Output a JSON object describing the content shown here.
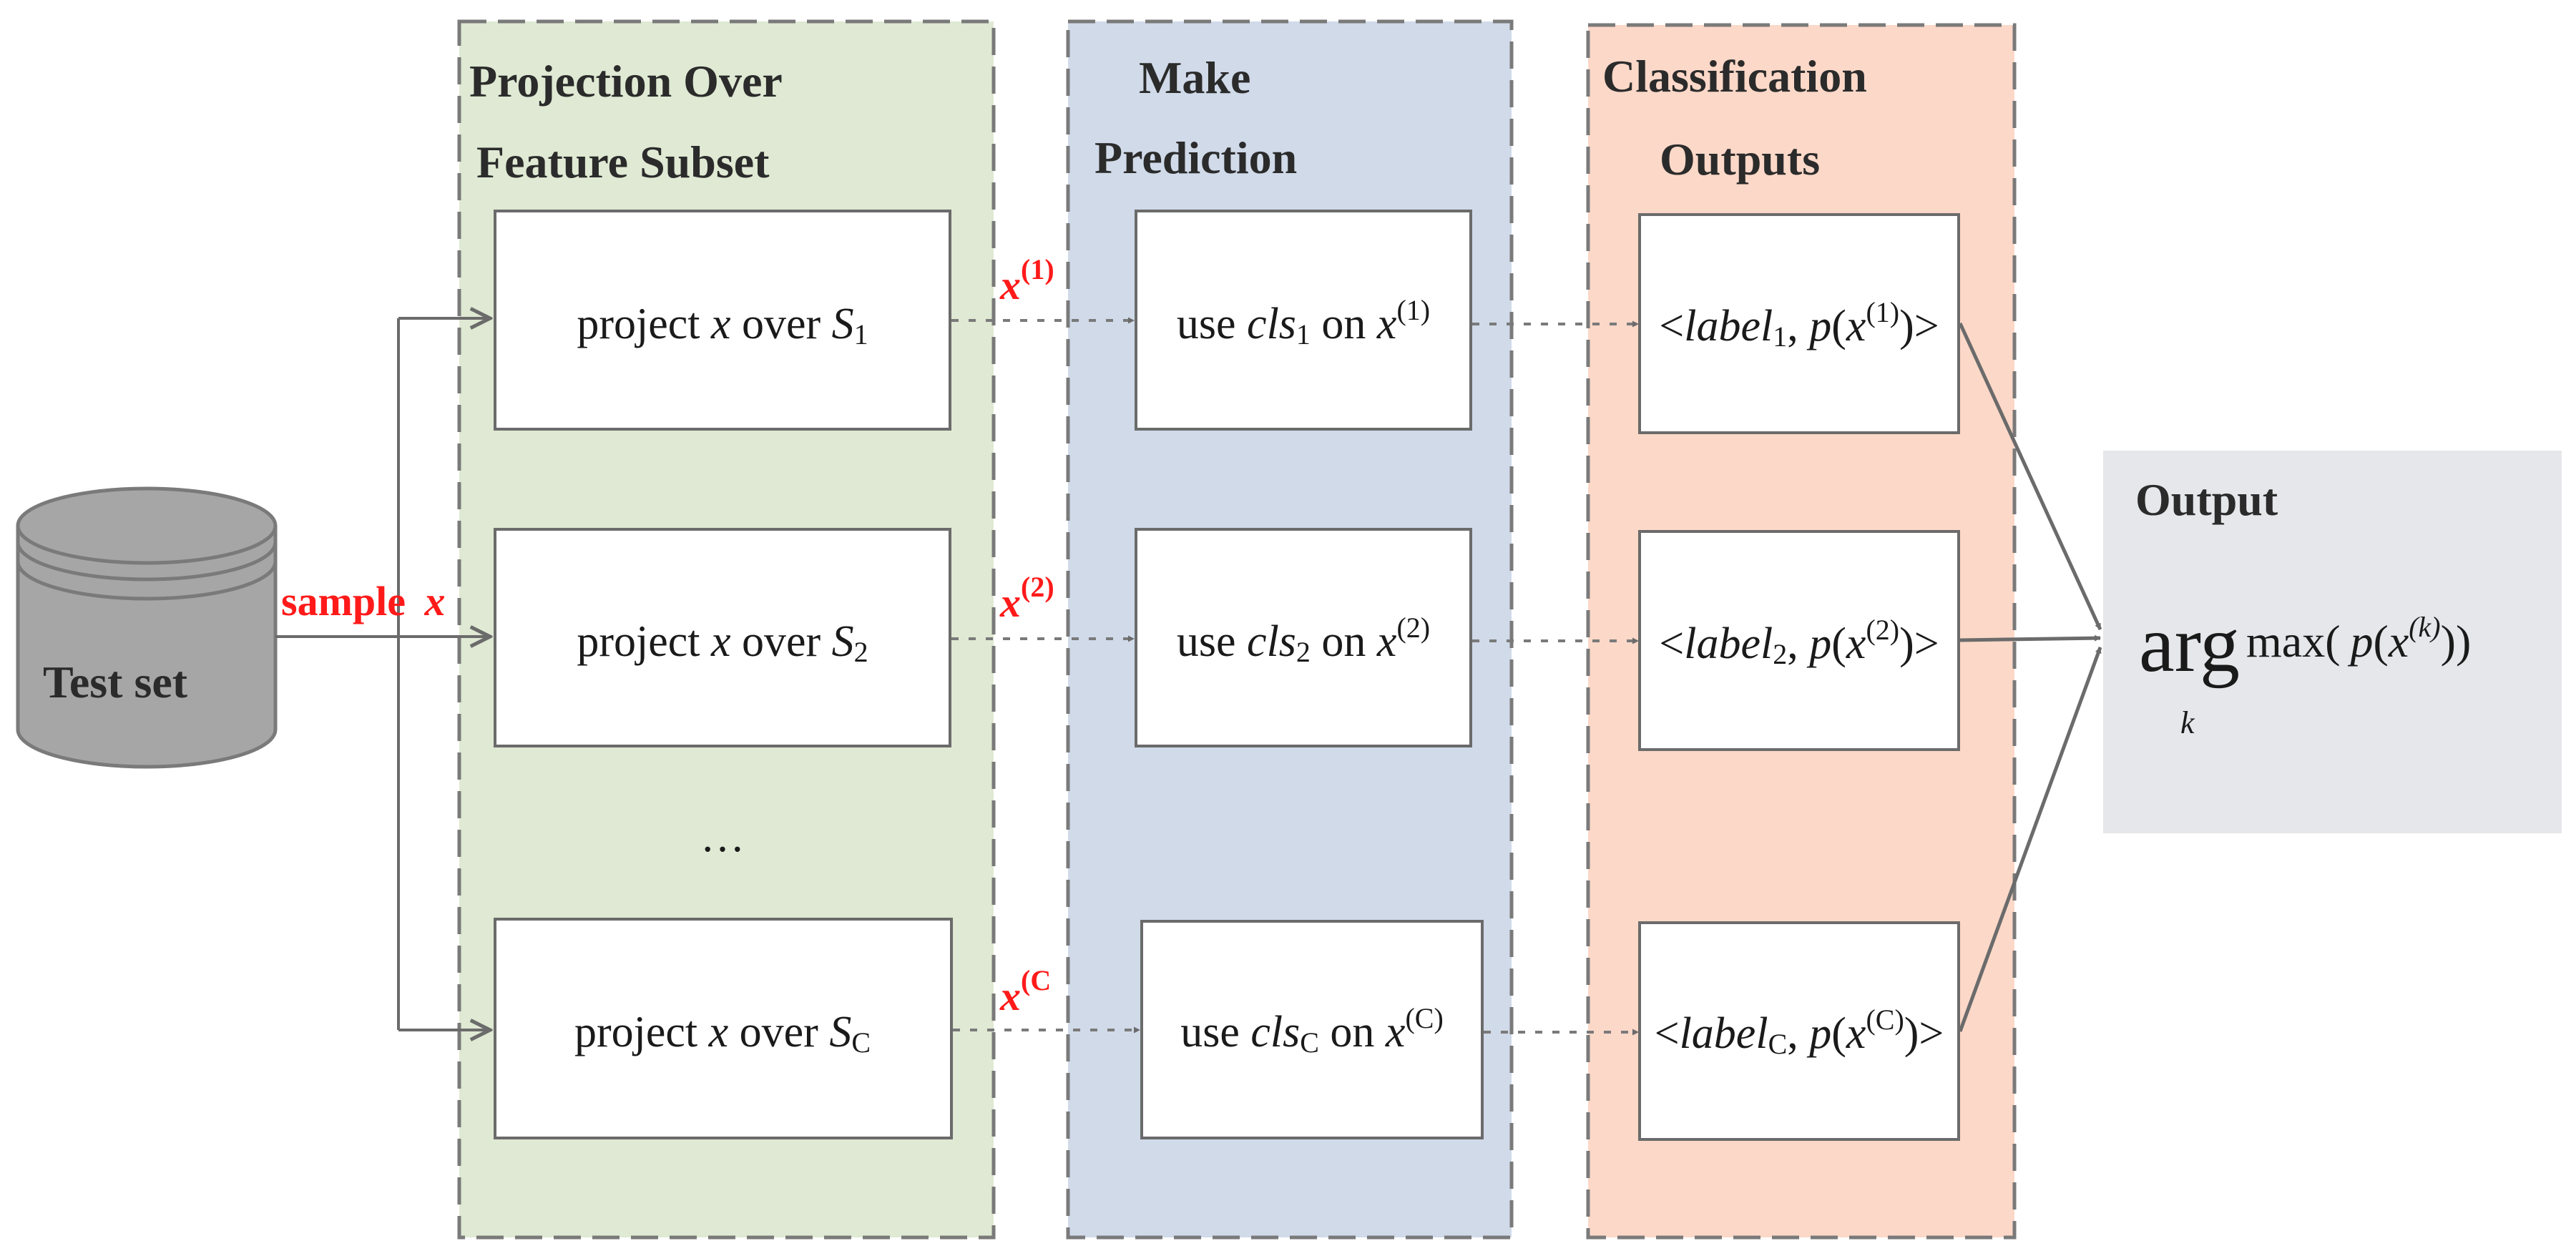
{
  "stages": [
    {
      "title_lines": [
        "Projection Over",
        "Feature Subset"
      ]
    },
    {
      "title_lines": [
        "Make",
        "Prediction"
      ]
    },
    {
      "title_lines": [
        "Classification",
        "Outputs"
      ]
    }
  ],
  "source": {
    "label": "Test set"
  },
  "input_edge": {
    "text": "sample",
    "var": "x"
  },
  "projection_boxes": [
    {
      "pre": "project ",
      "var": "x",
      "mid": " over ",
      "set": "S",
      "sub": "1"
    },
    {
      "pre": "project ",
      "var": "x",
      "mid": " over ",
      "set": "S",
      "sub": "2"
    },
    {
      "pre": "project ",
      "var": "x",
      "mid": " over ",
      "set": "S",
      "sub": "C"
    }
  ],
  "ellipsis": "…",
  "projected_labels": [
    {
      "var": "x",
      "sup": "(1)"
    },
    {
      "var": "x",
      "sup": "(2)"
    },
    {
      "var": "x",
      "sup": "(C"
    }
  ],
  "prediction_boxes": [
    {
      "pre": "use ",
      "cls": "cls",
      "sub": "1",
      "mid": " on ",
      "var": "x",
      "sup": "(1)"
    },
    {
      "pre": "use ",
      "cls": "cls",
      "sub": "2",
      "mid": " on ",
      "var": "x",
      "sup": "(2)"
    },
    {
      "pre": "use ",
      "cls": "cls",
      "sub": "C",
      "mid": " on ",
      "var": "x",
      "sup": "(C)"
    }
  ],
  "output_boxes": [
    {
      "open": "<",
      "label": "label",
      "sub": "1",
      "sep": ", ",
      "p": "p",
      "lp": "(",
      "var": "x",
      "sup": "(1)",
      "close": ")>"
    },
    {
      "open": "<",
      "label": "label",
      "sub": "2",
      "sep": ", ",
      "p": "p",
      "lp": "(",
      "var": "x",
      "sup": "(2)",
      "close": ")>"
    },
    {
      "open": "<",
      "label": "label",
      "sub": "C",
      "sep": ", ",
      "p": "p",
      "lp": "(",
      "var": "x",
      "sup": "(C)",
      "close": ")>"
    }
  ],
  "result": {
    "title": "Output",
    "arg": "arg",
    "arg_sub": "k",
    "max": "max(",
    "p": "p",
    "lp": "(",
    "var": "x",
    "sup": "(k)",
    "close": "))"
  },
  "colors": {
    "stage1_fill": "#dfe9d3",
    "stage2_fill": "#d0dae9",
    "stage3_fill": "#fcd8c8",
    "output_fill": "#e5e7ea",
    "cylinder_fill": "#a6a6a6",
    "edge": "#6b6b6b",
    "highlight": "#ff1a1a"
  }
}
